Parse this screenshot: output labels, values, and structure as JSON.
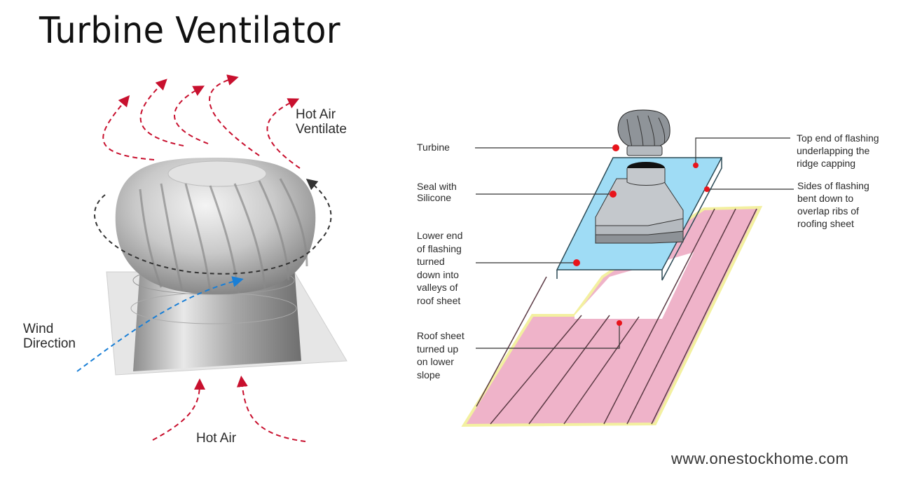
{
  "title": "Turbine Ventilator",
  "left_figure": {
    "labels": {
      "hot_air_ventilate": [
        "Hot Air",
        "Ventilate"
      ],
      "wind_direction": [
        "Wind",
        "Direction"
      ],
      "hot_air": "Hot Air"
    },
    "colors": {
      "hot_air_arrow": "#c8102e",
      "rotation_arrow": "#333333",
      "wind_arrow": "#1a7fd6"
    }
  },
  "right_figure": {
    "callouts_left": [
      {
        "text": [
          "Turbine"
        ]
      },
      {
        "text": [
          "Seal with",
          "Silicone"
        ]
      },
      {
        "text": [
          "Lower end",
          "of flashing",
          "turned",
          "down into",
          "valleys of",
          "roof sheet"
        ]
      },
      {
        "text": [
          "Roof sheet",
          "turned up",
          "on lower",
          "slope"
        ]
      }
    ],
    "callouts_right": [
      {
        "text": [
          "Top end of flashing",
          "underlapping the",
          "ridge capping"
        ]
      },
      {
        "text": [
          "Sides of flashing",
          "bent down to",
          "overlap ribs of",
          "roofing sheet"
        ]
      }
    ],
    "colors": {
      "flashing": "#9fdcf5",
      "roof_sheet": "#efb3c9",
      "marker": "#e8141b",
      "edge_highlight": "#f3f0a0"
    }
  },
  "footer": "www.onestockhome.com"
}
